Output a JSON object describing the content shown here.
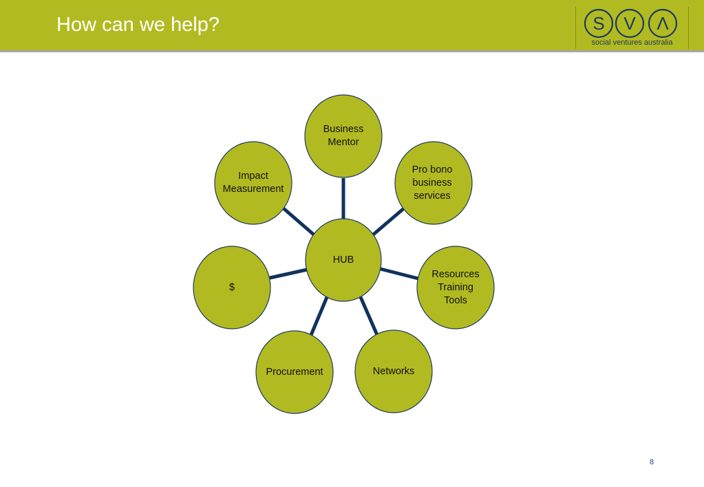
{
  "header": {
    "title": "How can we help?",
    "logo_text": "social ventures australia",
    "logo_letters": [
      "S",
      "V",
      "Λ"
    ]
  },
  "diagram": {
    "hub": "HUB",
    "nodes": [
      "Business\nMentor",
      "Pro bono\nbusiness\nservices",
      "Resources\nTraining\nTools",
      "Networks",
      "Procurement",
      "$",
      "Impact\nMeasurement"
    ]
  },
  "footer": {
    "page_number": "8"
  },
  "colors": {
    "header_bg": "#b2ba21",
    "node_fill": "#b2ba21",
    "node_stroke": "#1b3a5e",
    "connector": "#10325e"
  }
}
